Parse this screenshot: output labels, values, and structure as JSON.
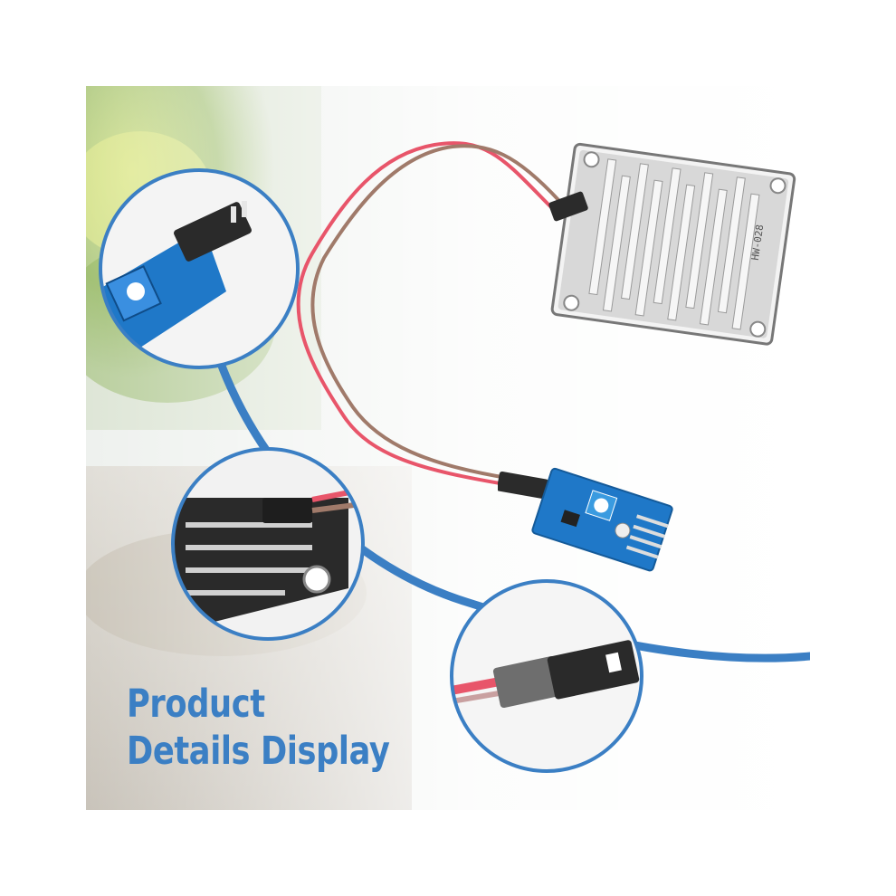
{
  "headline": {
    "line1": "Product",
    "line2": "Details Display"
  },
  "sensor_plate": {
    "model_label": "HW-028"
  },
  "colors": {
    "accent_blue": "#3b7fc4",
    "wire_red": "#e8556a",
    "wire_brown": "#a07a6a",
    "pcb_blue": "#1f78c8"
  },
  "icons": [
    "raindrop-sensor-plate",
    "control-module-board",
    "potentiometer",
    "dupont-connector"
  ]
}
